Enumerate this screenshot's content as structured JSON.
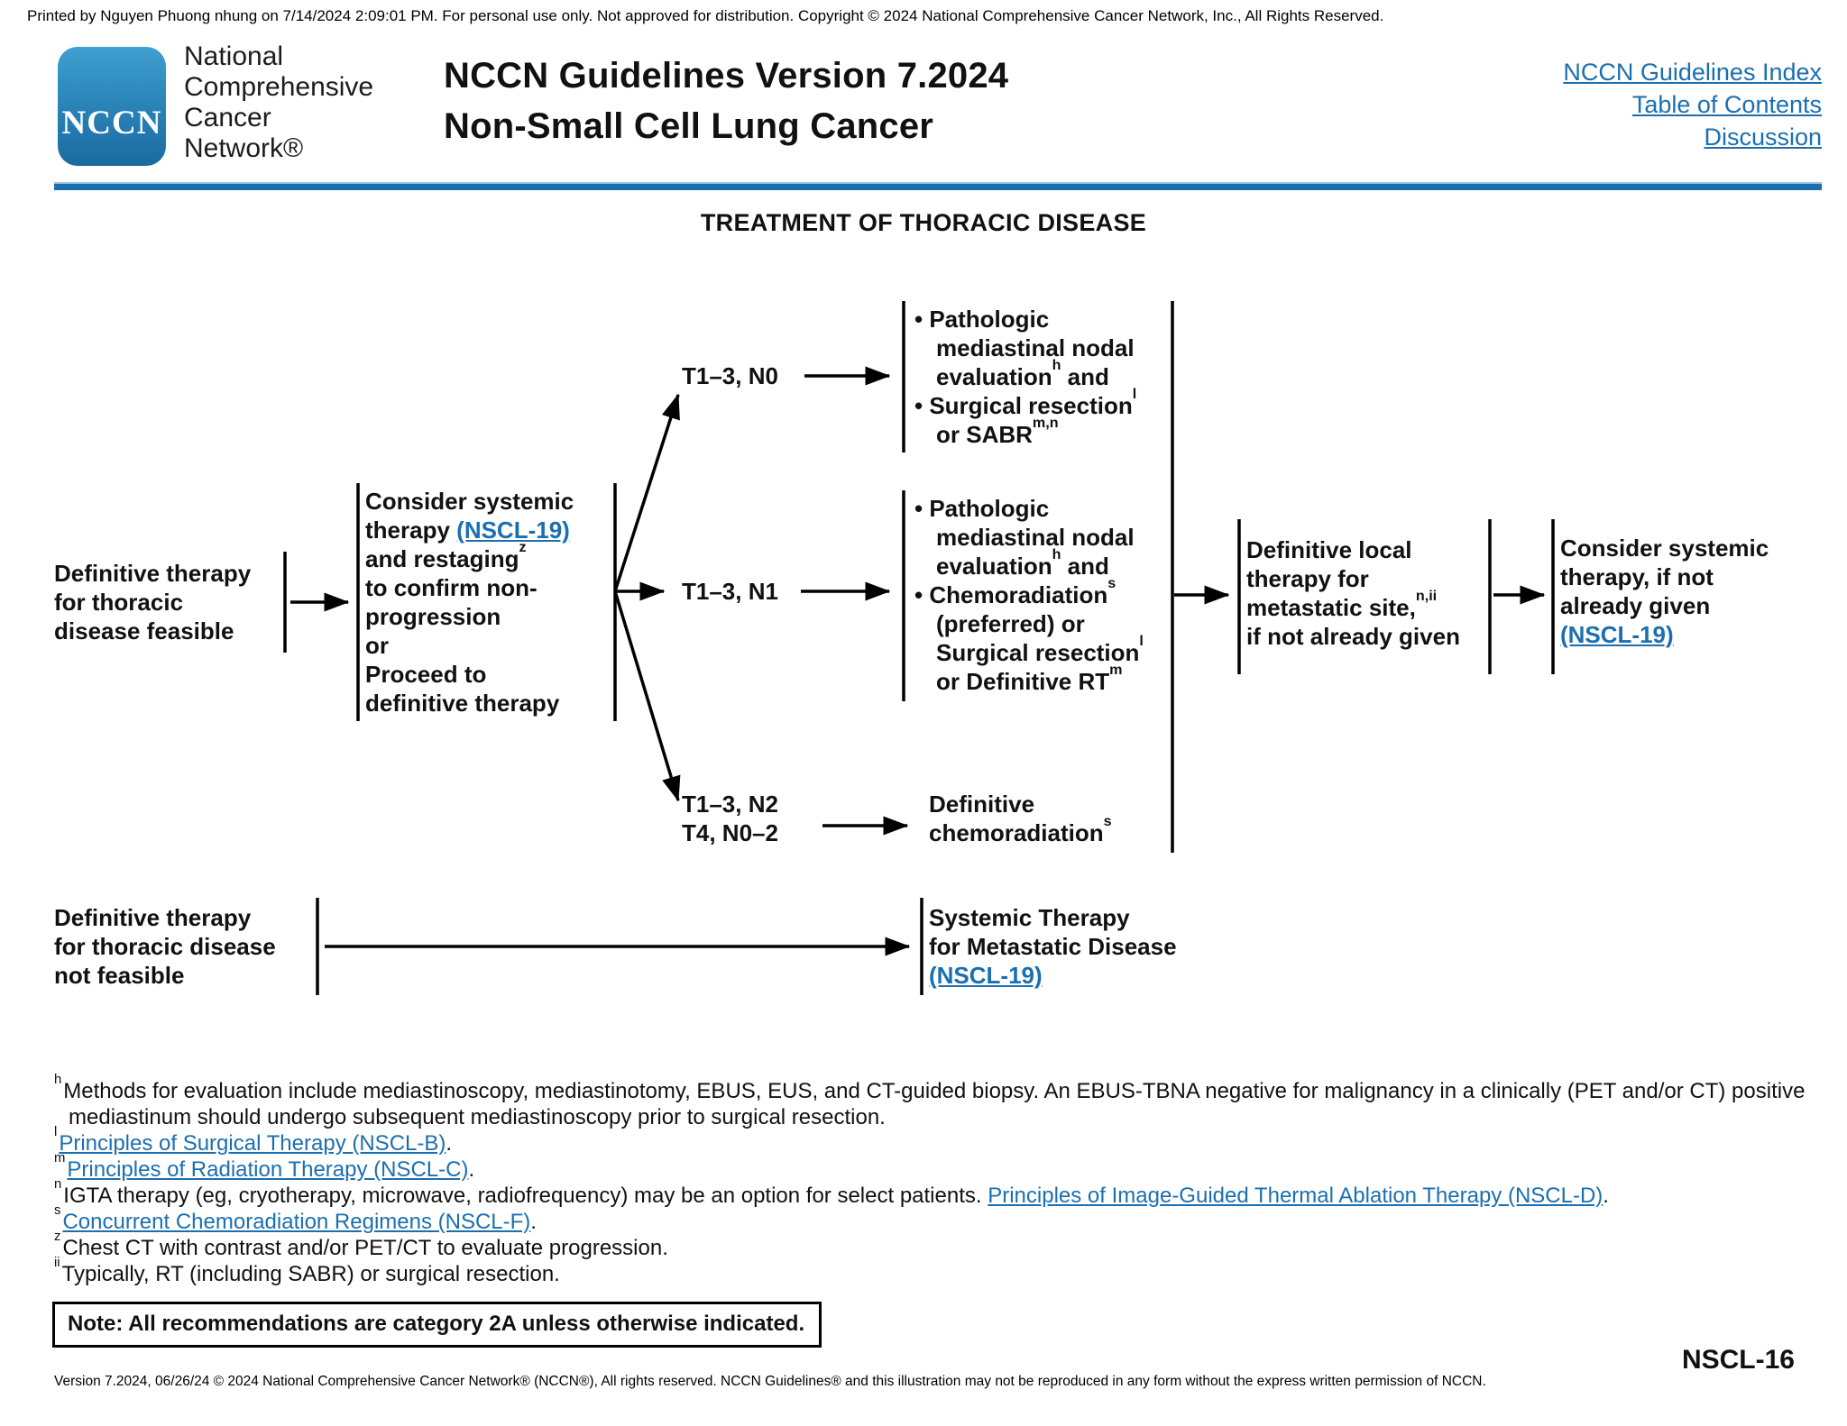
{
  "colors": {
    "accent": "#1a6fae",
    "link": "#1b6fb0"
  },
  "print_notice": "Printed by Nguyen Phuong nhung on 7/14/2024 2:09:01 PM. For personal use only. Not approved for distribution. Copyright © 2024 National Comprehensive Cancer Network, Inc., All Rights Reserved.",
  "header": {
    "logo_text": "NCCN",
    "brand_lines": [
      "National",
      "Comprehensive",
      "Cancer",
      "Network®"
    ],
    "title_line1": "NCCN Guidelines Version 7.2024",
    "title_line2": "Non-Small Cell Lung Cancer",
    "links": [
      "NCCN Guidelines Index",
      "Table of Contents",
      "Discussion"
    ]
  },
  "section_heading": "TREATMENT OF THORACIC DISEASE",
  "flow": {
    "node_feasible": {
      "lines": [
        {
          "seg": [
            {
              "t": "Definitive therapy"
            }
          ]
        },
        {
          "seg": [
            {
              "t": "for thoracic"
            }
          ]
        },
        {
          "seg": [
            {
              "t": "disease feasible"
            }
          ]
        }
      ]
    },
    "node_consider": {
      "lines": [
        {
          "seg": [
            {
              "t": "Consider systemic"
            }
          ]
        },
        {
          "seg": [
            {
              "t": "therapy "
            },
            {
              "t": "(NSCL-19)",
              "link": true
            }
          ]
        },
        {
          "seg": [
            {
              "t": "and restaging"
            },
            {
              "t": "z",
              "sup": true
            }
          ]
        },
        {
          "seg": [
            {
              "t": "to confirm non-"
            }
          ]
        },
        {
          "seg": [
            {
              "t": "progression"
            }
          ]
        },
        {
          "seg": [
            {
              "t": "or"
            }
          ]
        },
        {
          "seg": [
            {
              "t": "Proceed to"
            }
          ]
        },
        {
          "seg": [
            {
              "t": "definitive therapy"
            }
          ]
        }
      ]
    },
    "label_n0": "T1–3, N0",
    "label_n1": "T1–3, N1",
    "label_n2_line1": "T1–3, N2",
    "label_n2_line2": "T4, N0–2",
    "list_n0": {
      "lines": [
        {
          "seg": [
            {
              "t": "• Pathologic"
            }
          ]
        },
        {
          "ind": true,
          "seg": [
            {
              "t": "mediastinal nodal"
            }
          ]
        },
        {
          "ind": true,
          "seg": [
            {
              "t": "evaluation"
            },
            {
              "t": "h",
              "sup": true
            },
            {
              "t": " and"
            }
          ]
        },
        {
          "seg": [
            {
              "t": "• Surgical resection"
            },
            {
              "t": "l",
              "sup": true
            }
          ]
        },
        {
          "ind": true,
          "seg": [
            {
              "t": "or SABR"
            },
            {
              "t": "m,n",
              "sup": true
            }
          ]
        }
      ]
    },
    "list_n1": {
      "lines": [
        {
          "seg": [
            {
              "t": "• Pathologic"
            }
          ]
        },
        {
          "ind": true,
          "seg": [
            {
              "t": "mediastinal nodal"
            }
          ]
        },
        {
          "ind": true,
          "seg": [
            {
              "t": "evaluation"
            },
            {
              "t": "h",
              "sup": true
            },
            {
              "t": " and"
            }
          ]
        },
        {
          "seg": [
            {
              "t": "• Chemoradiation"
            },
            {
              "t": "s",
              "sup": true
            }
          ]
        },
        {
          "ind": true,
          "seg": [
            {
              "t": "(preferred) or"
            }
          ]
        },
        {
          "ind": true,
          "seg": [
            {
              "t": "Surgical resection"
            },
            {
              "t": "l",
              "sup": true
            }
          ]
        },
        {
          "ind": true,
          "seg": [
            {
              "t": "or Definitive RT"
            },
            {
              "t": "m",
              "sup": true
            }
          ]
        }
      ]
    },
    "node_defchemo": {
      "lines": [
        {
          "seg": [
            {
              "t": "Definitive"
            }
          ]
        },
        {
          "seg": [
            {
              "t": "chemoradiation"
            },
            {
              "t": "s",
              "sup": true
            }
          ]
        }
      ]
    },
    "node_deflocal": {
      "lines": [
        {
          "seg": [
            {
              "t": "Definitive local"
            }
          ]
        },
        {
          "seg": [
            {
              "t": "therapy for"
            }
          ]
        },
        {
          "seg": [
            {
              "t": "metastatic site,"
            },
            {
              "t": "n,ii",
              "sup": true
            }
          ]
        },
        {
          "seg": [
            {
              "t": "if not already given"
            }
          ]
        }
      ]
    },
    "node_consider2": {
      "lines": [
        {
          "seg": [
            {
              "t": "Consider systemic"
            }
          ]
        },
        {
          "seg": [
            {
              "t": "therapy, if not"
            }
          ]
        },
        {
          "seg": [
            {
              "t": "already given"
            }
          ]
        },
        {
          "seg": [
            {
              "t": "(NSCL-19)",
              "link": true
            }
          ]
        }
      ]
    },
    "node_notfeasible": {
      "lines": [
        {
          "seg": [
            {
              "t": "Definitive therapy"
            }
          ]
        },
        {
          "seg": [
            {
              "t": "for thoracic disease"
            }
          ]
        },
        {
          "seg": [
            {
              "t": "not feasible"
            }
          ]
        }
      ]
    },
    "node_systemic": {
      "lines": [
        {
          "seg": [
            {
              "t": "Systemic Therapy"
            }
          ]
        },
        {
          "seg": [
            {
              "t": "for Metastatic Disease"
            }
          ]
        },
        {
          "seg": [
            {
              "t": "(NSCL-19)",
              "link": true
            }
          ]
        }
      ]
    }
  },
  "footnotes": [
    {
      "sup": "h",
      "seg": [
        {
          "t": "Methods for evaluation include mediastinoscopy, mediastinotomy, EBUS, EUS, and CT-guided biopsy. An EBUS-TBNA negative for malignancy in a clinically (PET and/or CT) positive mediastinum should undergo subsequent mediastinoscopy prior to surgical resection."
        }
      ]
    },
    {
      "sup": "l",
      "seg": [
        {
          "t": "Principles of Surgical Therapy (NSCL-B)",
          "link": true
        },
        {
          "t": "."
        }
      ]
    },
    {
      "sup": "m",
      "seg": [
        {
          "t": "Principles of Radiation Therapy (NSCL-C)",
          "link": true
        },
        {
          "t": "."
        }
      ]
    },
    {
      "sup": "n",
      "seg": [
        {
          "t": "IGTA therapy (eg, cryotherapy, microwave, radiofrequency) may be an option for select patients. "
        },
        {
          "t": "Principles of Image-Guided Thermal Ablation Therapy (NSCL-D)",
          "link": true
        },
        {
          "t": "."
        }
      ]
    },
    {
      "sup": "s",
      "seg": [
        {
          "t": "Concurrent Chemoradiation Regimens (NSCL-F)",
          "link": true
        },
        {
          "t": "."
        }
      ]
    },
    {
      "sup": "z",
      "seg": [
        {
          "t": "Chest CT with contrast and/or PET/CT to evaluate progression."
        }
      ]
    },
    {
      "sup": "ii",
      "seg": [
        {
          "t": "Typically, RT (including SABR) or surgical resection."
        }
      ]
    }
  ],
  "note": "Note: All recommendations are category 2A unless otherwise indicated.",
  "footer": {
    "version_line": "Version 7.2024, 06/26/24 © 2024 National Comprehensive Cancer Network® (NCCN®), All rights reserved. NCCN Guidelines® and this illustration may not be reproduced in any form without the express written permission of NCCN.",
    "page_number": "NSCL-16"
  }
}
